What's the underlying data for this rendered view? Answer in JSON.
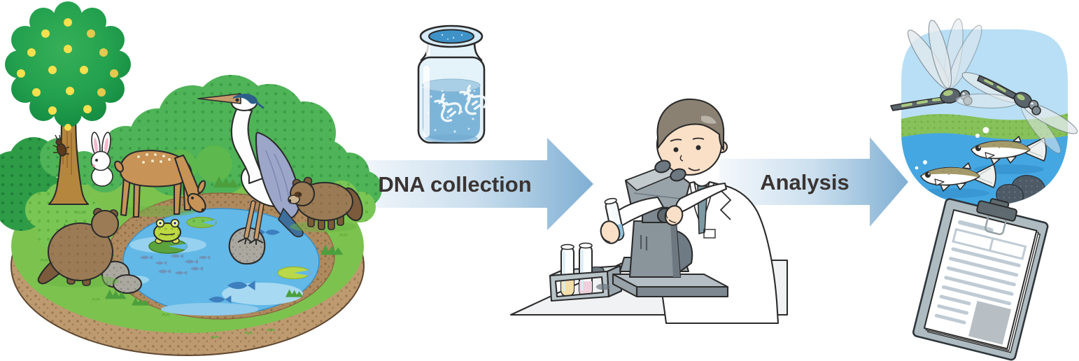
{
  "workflow": {
    "step1_label": "DNA collection",
    "step2_label": "Analysis"
  },
  "colors": {
    "arrow_gradient_start": "#F4F8FC",
    "arrow_gradient_mid": "#CBDFEE",
    "arrow_gradient_end": "#7FAFD3",
    "label_text": "#3A3433",
    "canopy_green": "#23A14E",
    "grass_green": "#7CC24F",
    "pond_blue": "#62B8E7",
    "soil_brown": "#BD9A70",
    "heron_wing": "#9BA6C9",
    "deer_tan": "#C79357",
    "raccoon_brown": "#9A7B55",
    "jar_water": "#7DB5D9",
    "microscope_gray": "#8A949B",
    "panel_sky": "#B8DFF5",
    "panel_grass": "#86C159",
    "panel_water": "#45A7E2",
    "clipboard_gray": "#AEBCC2"
  },
  "scenes": {
    "ecosystem": {
      "name": "pond-ecosystem",
      "elements": [
        "fruit-tree",
        "stag-beetle",
        "rabbit",
        "sika-deer",
        "grey-heron",
        "raccoon-dog-back",
        "raccoon-dog-side",
        "frog-on-lily-pad",
        "fish-school",
        "pond",
        "island",
        "bushes",
        "rocks"
      ]
    },
    "sample": {
      "name": "edna-sample-jar",
      "elements": [
        "glass-jar",
        "water-sample",
        "dna-helix",
        "dna-helix"
      ]
    },
    "lab": {
      "name": "dna-analysis-lab",
      "elements": [
        "researcher",
        "microscope",
        "test-tube-in-hand",
        "test-tube-rack",
        "lab-table"
      ]
    },
    "results": {
      "name": "identified-species",
      "elements": [
        "dragonfly",
        "dragonfly",
        "medaka-fish",
        "medaka-fish",
        "underwater-rocks",
        "survey-report-clipboard"
      ]
    }
  }
}
